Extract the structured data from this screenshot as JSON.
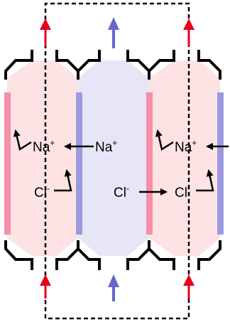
{
  "colors": {
    "dilute_channel_fill": "#fde3e3",
    "concentrate_channel_fill": "#e6e6f6",
    "cation_membrane": "#f58fa6",
    "anion_membrane": "#9a9adf",
    "red_flow_arrow": "#e8001c",
    "blue_flow_arrow": "#6666cc",
    "outline": "#000000"
  },
  "labels": {
    "na_left": {
      "symbol": "Na",
      "charge": "+"
    },
    "na_center": {
      "symbol": "Na",
      "charge": "+"
    },
    "na_right": {
      "symbol": "Na",
      "charge": "+"
    },
    "cl_left": {
      "symbol": "Cl",
      "charge": "-"
    },
    "cl_center": {
      "symbol": "Cl",
      "charge": "-"
    },
    "cl_right": {
      "symbol": "Cl",
      "charge": "-"
    }
  },
  "icons": {
    "flow_arrow": "flow-arrow-icon",
    "ion_migration_arrow": "ion-migration-arrow-icon",
    "ion_movement_arrow": "ion-movement-arrow-icon"
  }
}
